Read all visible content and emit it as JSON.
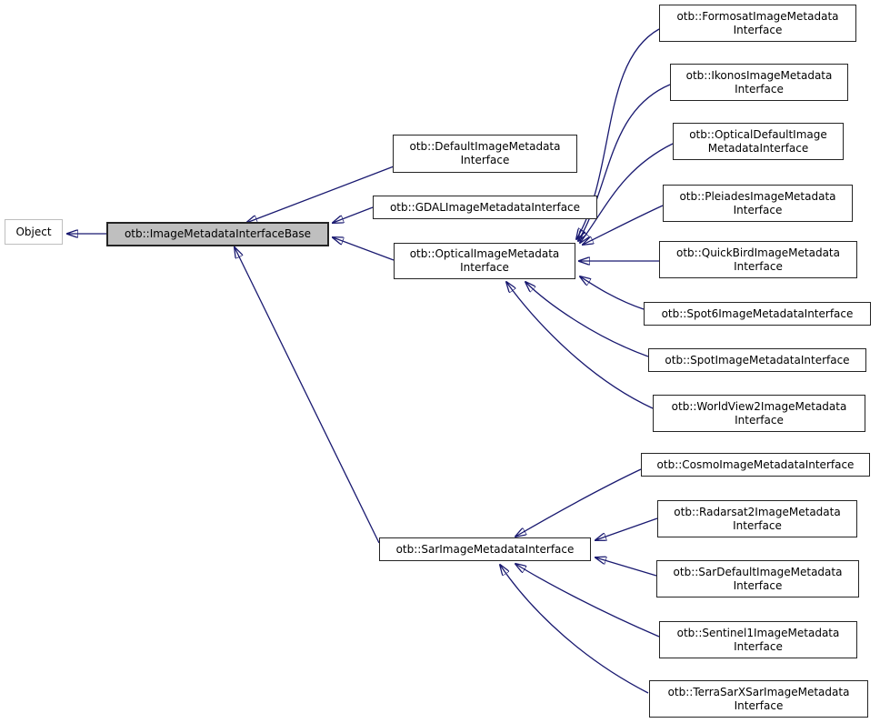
{
  "diagram": {
    "kind": "class-inheritance-graph",
    "focus_class": "otb::ImageMetadataInterfaceBase"
  },
  "colors": {
    "edge": "#191970",
    "node_fill": "#ffffff",
    "node_border": "#242424",
    "selected_node_fill": "#bfbfbf",
    "external_node_border": "#bebebe"
  },
  "nodes": {
    "object": {
      "label": "Object"
    },
    "imibase": {
      "label": "otb::ImageMetadataInterfaceBase"
    },
    "default": {
      "label": "otb::DefaultImageMetadata\nInterface"
    },
    "gdal": {
      "label": "otb::GDALImageMetadataInterface"
    },
    "optical": {
      "label": "otb::OpticalImageMetadata\nInterface"
    },
    "sar": {
      "label": "otb::SarImageMetadataInterface"
    },
    "formosat": {
      "label": "otb::FormosatImageMetadata\nInterface"
    },
    "ikonos": {
      "label": "otb::IkonosImageMetadata\nInterface"
    },
    "opticaldefault": {
      "label": "otb::OpticalDefaultImage\nMetadataInterface"
    },
    "pleiades": {
      "label": "otb::PleiadesImageMetadata\nInterface"
    },
    "quickbird": {
      "label": "otb::QuickBirdImageMetadata\nInterface"
    },
    "spot6": {
      "label": "otb::Spot6ImageMetadataInterface"
    },
    "spot": {
      "label": "otb::SpotImageMetadataInterface"
    },
    "worldview2": {
      "label": "otb::WorldView2ImageMetadata\nInterface"
    },
    "cosmo": {
      "label": "otb::CosmoImageMetadataInterface"
    },
    "radarsat2": {
      "label": "otb::Radarsat2ImageMetadata\nInterface"
    },
    "sardefault": {
      "label": "otb::SarDefaultImageMetadata\nInterface"
    },
    "sentinel1": {
      "label": "otb::Sentinel1ImageMetadata\nInterface"
    },
    "terrasarx": {
      "label": "otb::TerraSarXSarImageMetadata\nInterface"
    }
  },
  "edges": [
    {
      "derived": "otb::ImageMetadataInterfaceBase",
      "base": "Object"
    },
    {
      "derived": "otb::DefaultImageMetadataInterface",
      "base": "otb::ImageMetadataInterfaceBase"
    },
    {
      "derived": "otb::GDALImageMetadataInterface",
      "base": "otb::ImageMetadataInterfaceBase"
    },
    {
      "derived": "otb::OpticalImageMetadataInterface",
      "base": "otb::ImageMetadataInterfaceBase"
    },
    {
      "derived": "otb::SarImageMetadataInterface",
      "base": "otb::ImageMetadataInterfaceBase"
    },
    {
      "derived": "otb::FormosatImageMetadataInterface",
      "base": "otb::OpticalImageMetadataInterface"
    },
    {
      "derived": "otb::IkonosImageMetadataInterface",
      "base": "otb::OpticalImageMetadataInterface"
    },
    {
      "derived": "otb::OpticalDefaultImageMetadataInterface",
      "base": "otb::OpticalImageMetadataInterface"
    },
    {
      "derived": "otb::PleiadesImageMetadataInterface",
      "base": "otb::OpticalImageMetadataInterface"
    },
    {
      "derived": "otb::QuickBirdImageMetadataInterface",
      "base": "otb::OpticalImageMetadataInterface"
    },
    {
      "derived": "otb::Spot6ImageMetadataInterface",
      "base": "otb::OpticalImageMetadataInterface"
    },
    {
      "derived": "otb::SpotImageMetadataInterface",
      "base": "otb::OpticalImageMetadataInterface"
    },
    {
      "derived": "otb::WorldView2ImageMetadataInterface",
      "base": "otb::OpticalImageMetadataInterface"
    },
    {
      "derived": "otb::CosmoImageMetadataInterface",
      "base": "otb::SarImageMetadataInterface"
    },
    {
      "derived": "otb::Radarsat2ImageMetadataInterface",
      "base": "otb::SarImageMetadataInterface"
    },
    {
      "derived": "otb::SarDefaultImageMetadataInterface",
      "base": "otb::SarImageMetadataInterface"
    },
    {
      "derived": "otb::Sentinel1ImageMetadataInterface",
      "base": "otb::SarImageMetadataInterface"
    },
    {
      "derived": "otb::TerraSarXSarImageMetadataInterface",
      "base": "otb::SarImageMetadataInterface"
    }
  ]
}
